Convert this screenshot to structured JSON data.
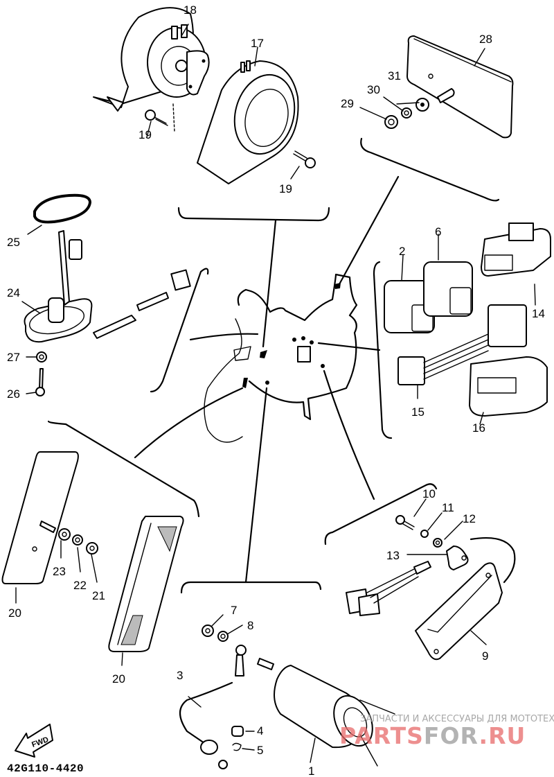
{
  "diagram": {
    "title": "Electrical parts exploded view",
    "drawing_code": "42G110-4420",
    "fwd_label": "FWD",
    "watermark": {
      "tagline": "ЗАПЧАСТИ И АКСЕССУАРЫ ДЛЯ МОТОТЕХНИКИ",
      "brand_part1": "PARTS",
      "brand_part2": "FOR",
      "brand_part3": ".RU",
      "brand_color": "#e86a6a",
      "secondary_color": "#9a9a9a"
    },
    "callouts": {
      "c1": "1",
      "c2": "2",
      "c3": "3",
      "c4": "4",
      "c5": "5",
      "c6": "6",
      "c7": "7",
      "c8": "8",
      "c9": "9",
      "c10": "10",
      "c11": "11",
      "c12": "12",
      "c13": "13",
      "c14": "14",
      "c15": "15",
      "c16": "16",
      "c17": "17",
      "c18": "18",
      "c19a": "19",
      "c19b": "19",
      "c20a": "20",
      "c20b": "20",
      "c21": "21",
      "c22": "22",
      "c23": "23",
      "c24": "24",
      "c25": "25",
      "c26": "26",
      "c27": "27",
      "c28": "28",
      "c29": "29",
      "c30": "30",
      "c31": "31"
    }
  }
}
